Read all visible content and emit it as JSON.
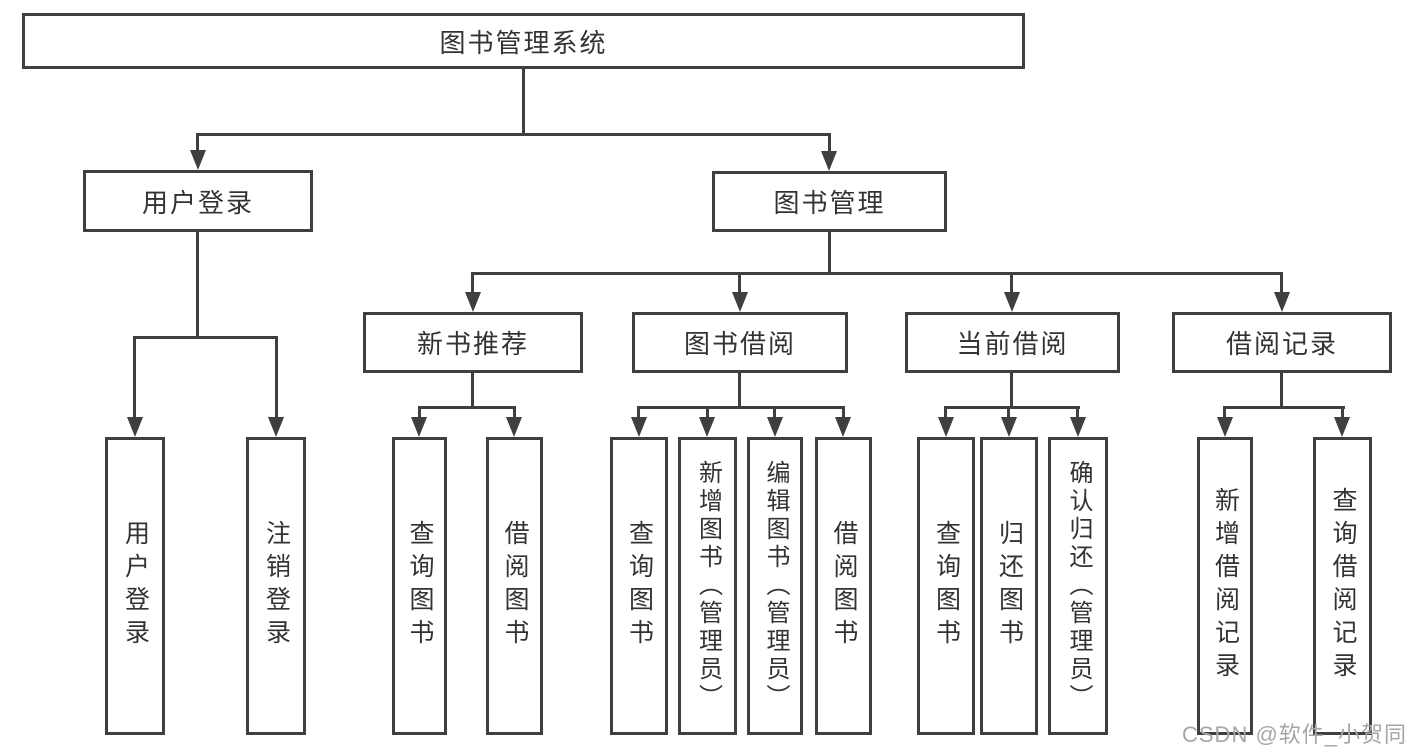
{
  "diagram": {
    "title_node": {
      "label": "图书管理系统"
    },
    "level2": [
      {
        "id": "user-login",
        "label": "用户登录"
      },
      {
        "id": "book-management",
        "label": "图书管理"
      }
    ],
    "level3": [
      {
        "id": "new-book-recommendation",
        "label": "新书推荐",
        "parent": "图书管理"
      },
      {
        "id": "book-borrowing",
        "label": "图书借阅",
        "parent": "图书管理"
      },
      {
        "id": "current-borrowing",
        "label": "当前借阅",
        "parent": "图书管理"
      },
      {
        "id": "borrowing-records",
        "label": "借阅记录",
        "parent": "图书管理"
      }
    ],
    "leaves": [
      {
        "id": "leaf-user-login",
        "label": "用户登录",
        "parent": "用户登录"
      },
      {
        "id": "leaf-logout",
        "label": "注销登录",
        "parent": "用户登录"
      },
      {
        "id": "leaf-query-books-recommend",
        "label": "查询图书",
        "parent": "新书推荐"
      },
      {
        "id": "leaf-borrow-books-recommend",
        "label": "借阅图书",
        "parent": "新书推荐"
      },
      {
        "id": "leaf-query-books-borrow",
        "label": "查询图书",
        "parent": "图书借阅"
      },
      {
        "id": "leaf-add-books-admin",
        "label": "新增图书（管理员）",
        "parent": "图书借阅"
      },
      {
        "id": "leaf-edit-books-admin",
        "label": "编辑图书（管理员）",
        "parent": "图书借阅"
      },
      {
        "id": "leaf-borrow-books",
        "label": "借阅图书",
        "parent": "图书借阅"
      },
      {
        "id": "leaf-query-books-current",
        "label": "查询图书",
        "parent": "当前借阅"
      },
      {
        "id": "leaf-return-books",
        "label": "归还图书",
        "parent": "当前借阅"
      },
      {
        "id": "leaf-confirm-return-admin",
        "label": "确认归还（管理员）",
        "parent": "当前借阅"
      },
      {
        "id": "leaf-add-borrow-record",
        "label": "新增借阅记录",
        "parent": "借阅记录"
      },
      {
        "id": "leaf-query-borrow-record",
        "label": "查询借阅记录",
        "parent": "借阅记录"
      }
    ],
    "watermark": "CSDN @软件_小贺同学",
    "colors": {
      "line": "#3f3f3f",
      "text": "#333333",
      "watermark": "#a6a6a6",
      "background": "#ffffff"
    }
  }
}
